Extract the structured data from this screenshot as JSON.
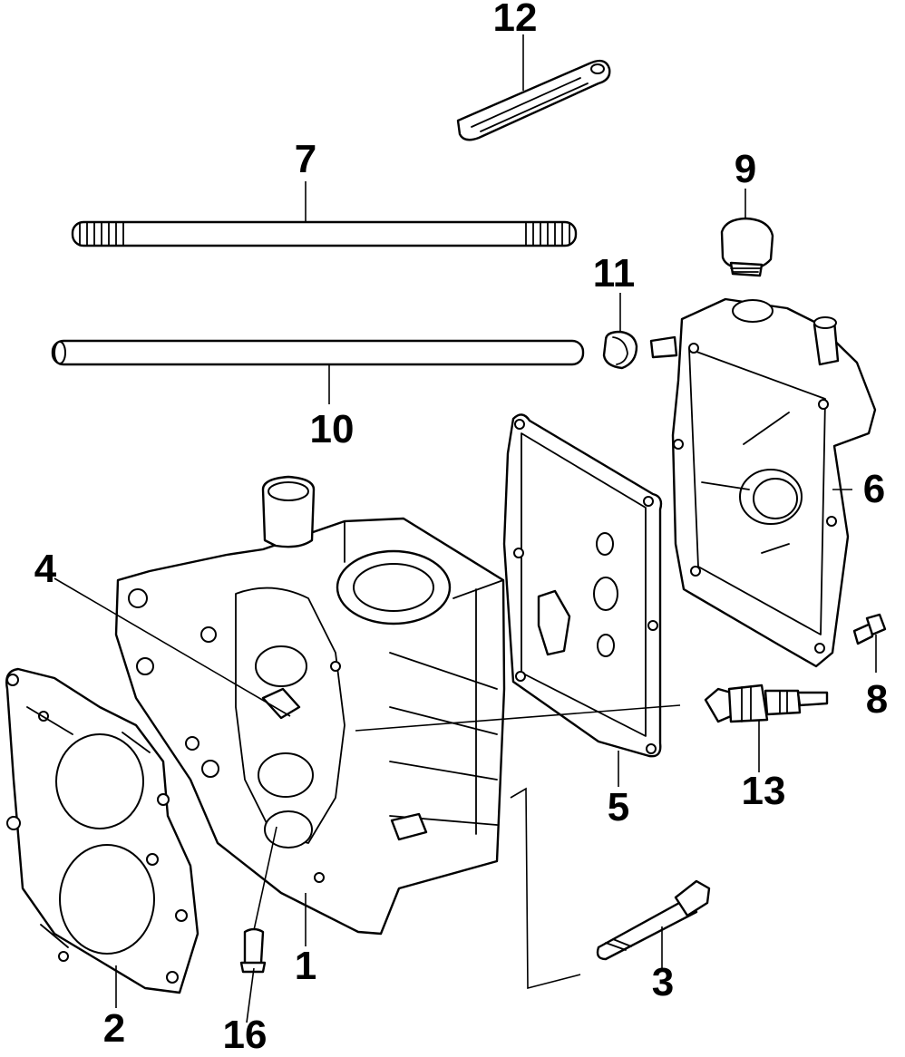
{
  "diagram": {
    "callouts": [
      {
        "id": "c1",
        "text": "1"
      },
      {
        "id": "c2",
        "text": "2"
      },
      {
        "id": "c3",
        "text": "3"
      },
      {
        "id": "c4",
        "text": "4"
      },
      {
        "id": "c5",
        "text": "5"
      },
      {
        "id": "c6",
        "text": "6"
      },
      {
        "id": "c7",
        "text": "7"
      },
      {
        "id": "c8",
        "text": "8"
      },
      {
        "id": "c9",
        "text": "9"
      },
      {
        "id": "c10",
        "text": "10"
      },
      {
        "id": "c11",
        "text": "11"
      },
      {
        "id": "c12",
        "text": "12"
      },
      {
        "id": "c13",
        "text": "13"
      },
      {
        "id": "c16",
        "text": "16"
      }
    ]
  }
}
